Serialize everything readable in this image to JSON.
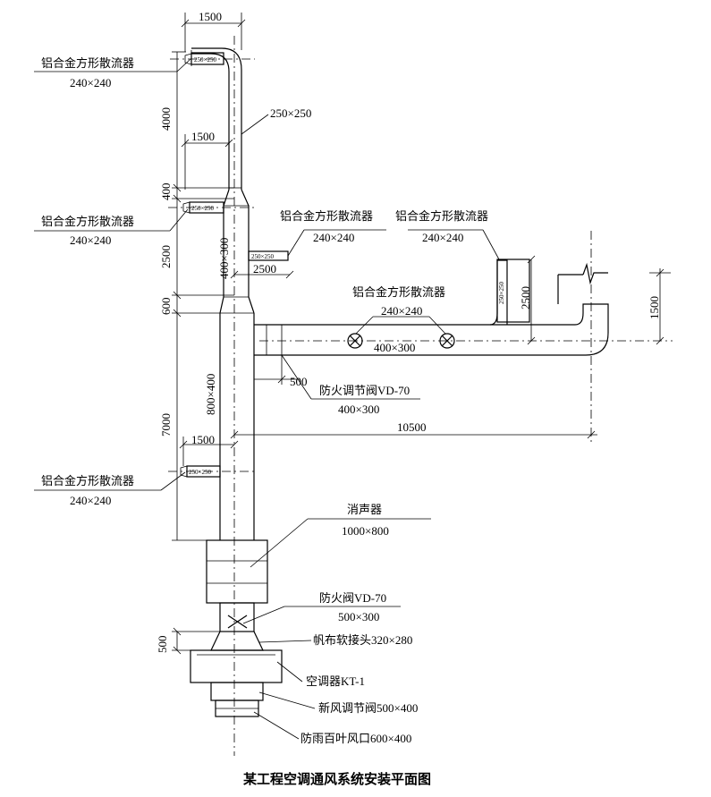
{
  "title": "某工程空调通风系统安装平面图",
  "diffuser": {
    "name": "铝合金方形散流器",
    "size": "240×240",
    "neck": "250×250"
  },
  "dims": {
    "w1500": "1500",
    "h4000": "4000",
    "h400": "400",
    "h2500": "2500",
    "h600": "600",
    "h7000": "7000",
    "h500": "500",
    "l2500": "2500",
    "l500": "500",
    "l10500": "10500",
    "v2500": "2500",
    "v1500": "1500"
  },
  "ducts": {
    "d250": "250×250",
    "d400x300_v": "400×300",
    "d800x400": "800×400",
    "d400x300_h": "400×300"
  },
  "components": {
    "fire_damper_branch": {
      "name": "防火调节阀VD-70",
      "size": "400×300"
    },
    "silencer": {
      "name": "消声器",
      "size": "1000×800"
    },
    "fire_damper_main": {
      "name": "防火阀VD-70",
      "size": "500×300"
    },
    "flex_joint": "帆布软接头320×280",
    "ahu": "空调器KT-1",
    "fresh_air_damper": "新风调节阀500×400",
    "louver": "防雨百叶风口600×400"
  }
}
